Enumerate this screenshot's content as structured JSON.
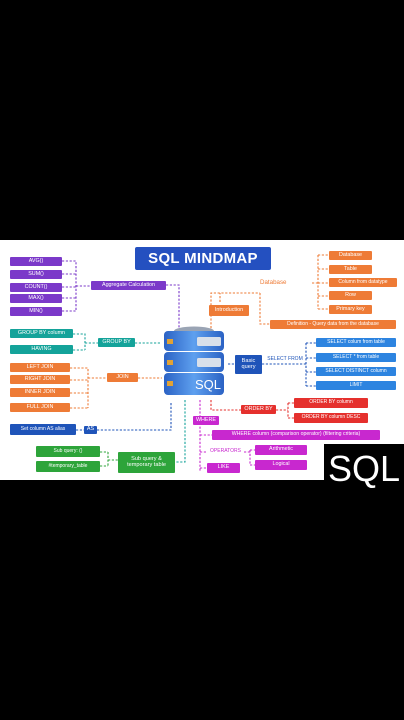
{
  "title": "SQL MINDMAP",
  "overlay_label": "SQL",
  "db_icon_label": "SQL",
  "hubs": {
    "aggregate": "Aggregate Calculation",
    "introduction": "Introduction",
    "database": "Database",
    "group_by": "GROUP BY",
    "join": "JOIN",
    "basic_query": "Basic query",
    "select_from": "SELECT FROM",
    "as": "AS",
    "order_by": "ORDER BY",
    "where": "WHERE",
    "operators": "OPERATORS",
    "subquery": "Sub query & temporary table"
  },
  "aggregates": [
    "AVG()",
    "SUM()",
    "COUNT()",
    "MAX()",
    "MIN()"
  ],
  "database_items": [
    "Database",
    "Table",
    "Column from datatype",
    "Row",
    "Primary key"
  ],
  "definition": "Definition - Query data from the database",
  "group_items": [
    "GROUP BY column",
    "HAVING"
  ],
  "joins": [
    "LEFT JOIN",
    "RIGHT JOIN",
    "INNER JOIN",
    "FULL JOIN"
  ],
  "select_items": [
    "SELECT colum from table",
    "SELECT * from table",
    "SELECT DISTINCT column",
    "LIMIT"
  ],
  "alias": "Set column AS alias",
  "order_items": [
    "ORDER BY column",
    "ORDER BY column DESC"
  ],
  "where_clause": "WHERE column (comparison operator) (filtering criteria)",
  "operator_items": [
    "Arithmetic",
    "Logical"
  ],
  "like": "LIKE",
  "subquery_items": [
    "Sub query: ()",
    "#temporary_table"
  ],
  "colors": {
    "purple": "#7b39c9",
    "teal": "#14a39a",
    "orange": "#ee7b36",
    "red": "#e5302d",
    "blue": "#2d84e0",
    "navy": "#1f54b9",
    "green": "#2da43a",
    "magenta": "#c828cf",
    "title_bg": "#2450c0",
    "db_body": "#3f7fd8"
  }
}
